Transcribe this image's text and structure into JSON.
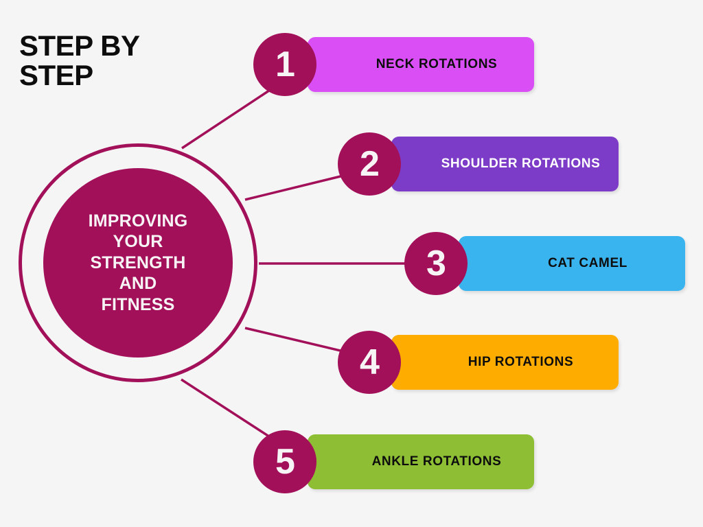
{
  "title": "STEP BY\nSTEP",
  "hub": {
    "label": "IMPROVING\nYOUR\nSTRENGTH\nAND\nFITNESS",
    "fill_color": "#a3105a",
    "ring_color": "#a3105a",
    "text_color": "#f7f4f5"
  },
  "background_color": "#f5f5f5",
  "connector_color": "#a3105a",
  "badge_color": "#a3105a",
  "badge_text_color": "#f7f4f5",
  "steps": [
    {
      "number": "1",
      "label": "NECK ROTATIONS",
      "bar_color": "#d94ff5",
      "text_color": "#0d0d0d"
    },
    {
      "number": "2",
      "label": "SHOULDER ROTATIONS",
      "bar_color": "#7d3cc8",
      "text_color": "#ffffff"
    },
    {
      "number": "3",
      "label": "CAT CAMEL",
      "bar_color": "#3ab4ef",
      "text_color": "#0d0d0d"
    },
    {
      "number": "4",
      "label": "HIP ROTATIONS",
      "bar_color": "#ffac00",
      "text_color": "#0d0d0d"
    },
    {
      "number": "5",
      "label": "ANKLE ROTATIONS",
      "bar_color": "#8dbe34",
      "text_color": "#0d0d0d"
    }
  ],
  "chart_data": {
    "type": "diagram",
    "title": "STEP BY STEP",
    "center": "IMPROVING YOUR STRENGTH AND FITNESS",
    "categories": [
      "1",
      "2",
      "3",
      "4",
      "5"
    ],
    "labels": [
      "NECK ROTATIONS",
      "SHOULDER ROTATIONS",
      "CAT CAMEL",
      "HIP ROTATIONS",
      "ANKLE ROTATIONS"
    ],
    "colors": [
      "#d94ff5",
      "#7d3cc8",
      "#3ab4ef",
      "#ffac00",
      "#8dbe34"
    ]
  }
}
